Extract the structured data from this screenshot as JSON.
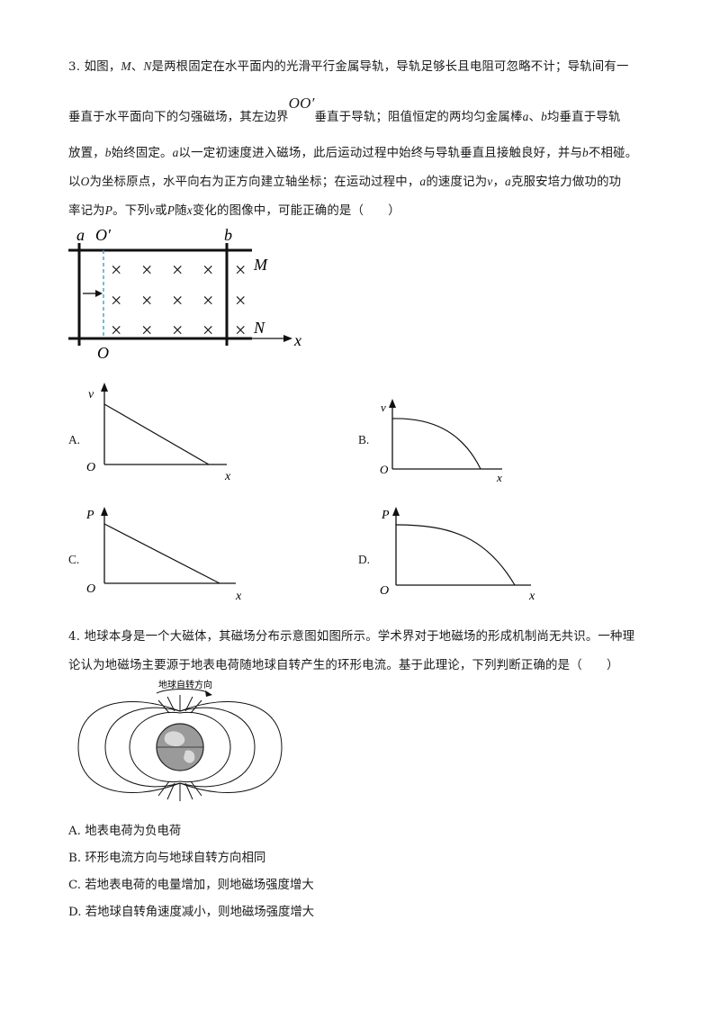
{
  "q3": {
    "line1": {
      "num": "3. 如图，",
      "M": "M",
      "sep": "、",
      "N": "N",
      "rest": "是两根固定在水平面内的光滑平行金属导轨，导轨足够长且电阻可忽略不计；导轨间有一"
    },
    "line2": {
      "pre": "垂直于水平面向下的匀强磁场，其左边界",
      "oo": "OO′",
      "mid": "垂直于导轨；阻值恒定的两均匀金属棒",
      "a": "a",
      "sep": "、",
      "b": "b",
      "post": "均垂直于导轨"
    },
    "line3": {
      "pre": "放置，",
      "b": "b",
      "mid": "始终固定。",
      "a": "a",
      "rest": "以一定初速度进入磁场，此后运动过程中始终与导轨垂直且接触良好，并与",
      "b2": "b",
      "end": "不相碰。"
    },
    "line4": {
      "pre": "以",
      "O": "O",
      "mid": "为坐标原点，水平向右为正方向建立轴坐标；在运动过程中，",
      "a": "a",
      "mid2": "的速度记为",
      "v": "v",
      "mid3": "，",
      "a2": "a",
      "end": "克服安培力做功的功"
    },
    "line5": {
      "pre": "率记为",
      "P": "P",
      "mid": "。下列",
      "v": "v",
      "or": "或",
      "P2": "P",
      "mid2": "随",
      "x": "x",
      "end": "变化的图像中，可能正确的是（　　）"
    },
    "figure": {
      "label_a": "a",
      "label_O_prime": "O′",
      "label_b": "b",
      "label_M": "M",
      "label_N": "N",
      "label_x": "x",
      "label_O": "O",
      "cross": "×"
    },
    "options": [
      {
        "letter": "A.",
        "ylabel": "v",
        "xlabel": "x",
        "origin": "O",
        "shape": "linear"
      },
      {
        "letter": "B.",
        "ylabel": "v",
        "xlabel": "x",
        "origin": "O",
        "shape": "concave-down"
      },
      {
        "letter": "C.",
        "ylabel": "P",
        "xlabel": "x",
        "origin": "O",
        "shape": "linear"
      },
      {
        "letter": "D.",
        "ylabel": "P",
        "xlabel": "x",
        "origin": "O",
        "shape": "concave-down"
      }
    ]
  },
  "q4": {
    "line1": "4. 地球本身是一个大磁体，其磁场分布示意图如图所示。学术界对于地磁场的形成机制尚无共识。一种理",
    "line2": "论认为地磁场主要源于地表电荷随地球自转产生的环形电流。基于此理论，下列判断正确的是（　　）",
    "figure_label": "地球自转方向",
    "choices": [
      {
        "letter": "A.",
        "text": "地表电荷为负电荷"
      },
      {
        "letter": "B.",
        "text": "环形电流方向与地球自转方向相同"
      },
      {
        "letter": "C.",
        "text": "若地表电荷的电量增加，则地磁场强度增大"
      },
      {
        "letter": "D.",
        "text": "若地球自转角速度减小，则地磁场强度增大"
      }
    ]
  }
}
